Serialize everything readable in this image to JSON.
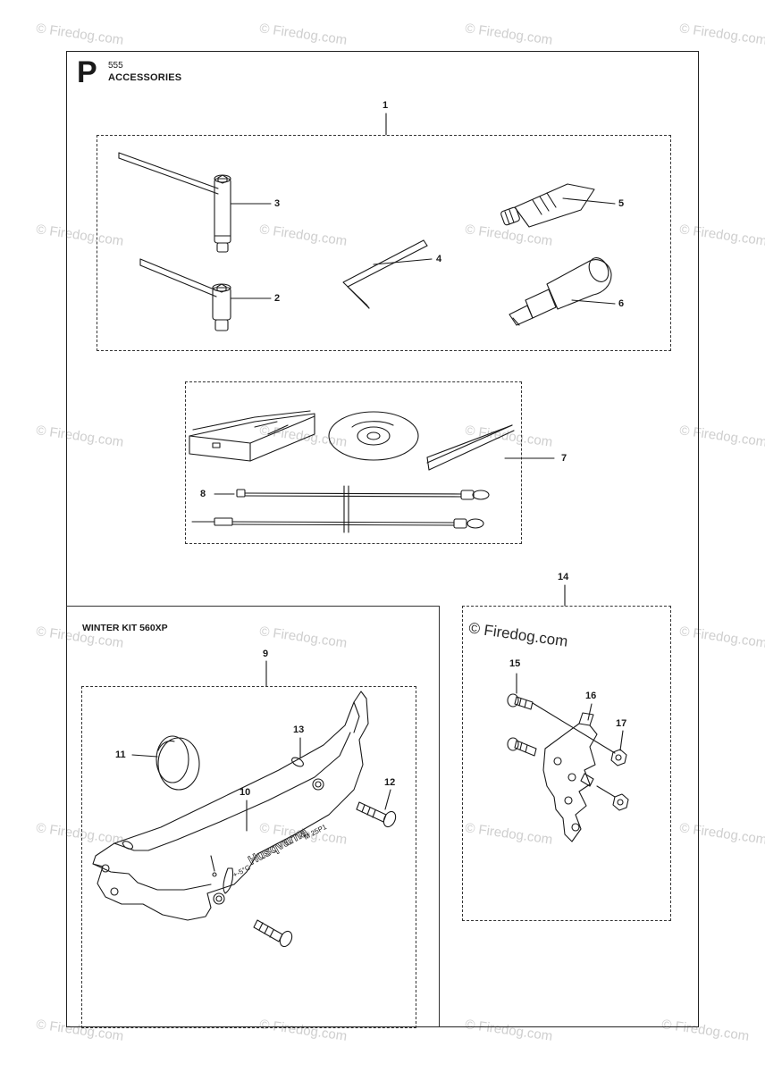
{
  "header": {
    "section_letter": "P",
    "model": "555",
    "title": "ACCESSORIES"
  },
  "winter_kit": {
    "title": "WINTER KIT 560XP"
  },
  "callouts": [
    "1",
    "2",
    "3",
    "4",
    "5",
    "6",
    "7",
    "8",
    "9",
    "10",
    "11",
    "12",
    "13",
    "14",
    "15",
    "16",
    "17"
  ],
  "parts_art": {
    "brand_text": "Husqvarna",
    "temp_text": "+-5°C",
    "plate_text": "M 25P1"
  },
  "watermark": {
    "text": "© Firedog.com"
  },
  "colors": {
    "line": "#1a1a1a",
    "watermark": "#cfcfcf"
  }
}
